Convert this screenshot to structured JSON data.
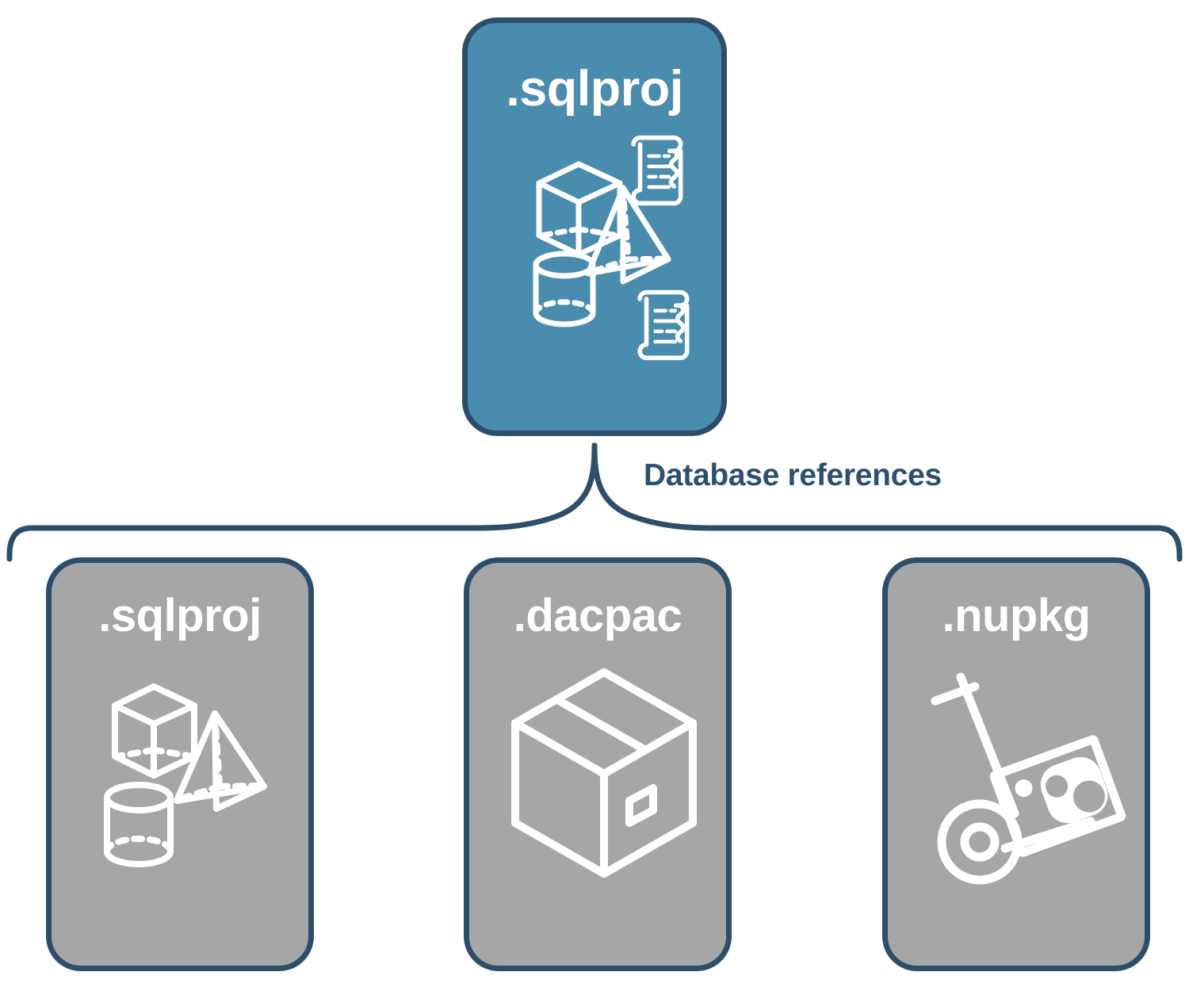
{
  "diagram": {
    "title": "Database references",
    "colors": {
      "parent_fill": "#4A8CAD",
      "child_fill": "#A6A6A6",
      "outline": "#2D4E6B",
      "label_text": "#2D5070",
      "icon_stroke": "#FFFFFF",
      "background": "#FFFFFF"
    },
    "root": {
      "label": ".sqlproj",
      "icons": [
        "cube-wireframe-icon",
        "pyramid-wireframe-icon",
        "cylinder-wireframe-icon",
        "scroll-icon",
        "scroll-icon"
      ]
    },
    "connector": {
      "type": "curly-brace",
      "label": "Database references",
      "children_count": 3
    },
    "children": [
      {
        "label": ".sqlproj",
        "icons": [
          "cube-wireframe-icon",
          "pyramid-wireframe-icon",
          "cylinder-wireframe-icon"
        ]
      },
      {
        "label": ".dacpac",
        "icons": [
          "package-box-icon"
        ]
      },
      {
        "label": ".nupkg",
        "icons": [
          "hand-truck-icon",
          "nuget-package-icon"
        ]
      }
    ]
  }
}
